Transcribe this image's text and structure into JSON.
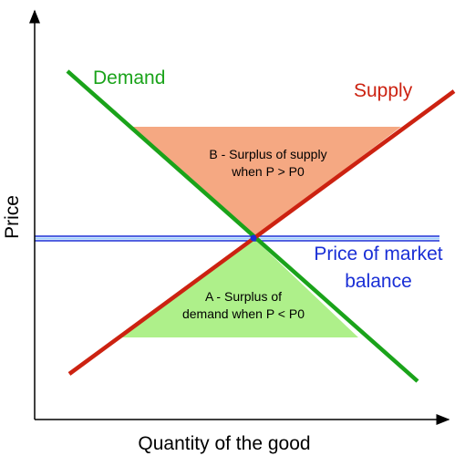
{
  "axes": {
    "x_label": "Quantity of the good",
    "y_label": "Price"
  },
  "curves": {
    "demand": {
      "label": "Demand",
      "color": "#1aa31a"
    },
    "supply": {
      "label": "Supply",
      "color": "#cc2211"
    },
    "market_price": {
      "label_line1": "Price of market",
      "label_line2": "balance",
      "color": "#1a2fd6"
    }
  },
  "regions": {
    "surplus_supply": {
      "line1": "B - Surplus of supply",
      "line2": "when P > P0",
      "color": "#f5a882"
    },
    "surplus_demand": {
      "line1": "A - Surplus of",
      "line2": "demand when P < P0",
      "color": "#aef08a"
    }
  }
}
